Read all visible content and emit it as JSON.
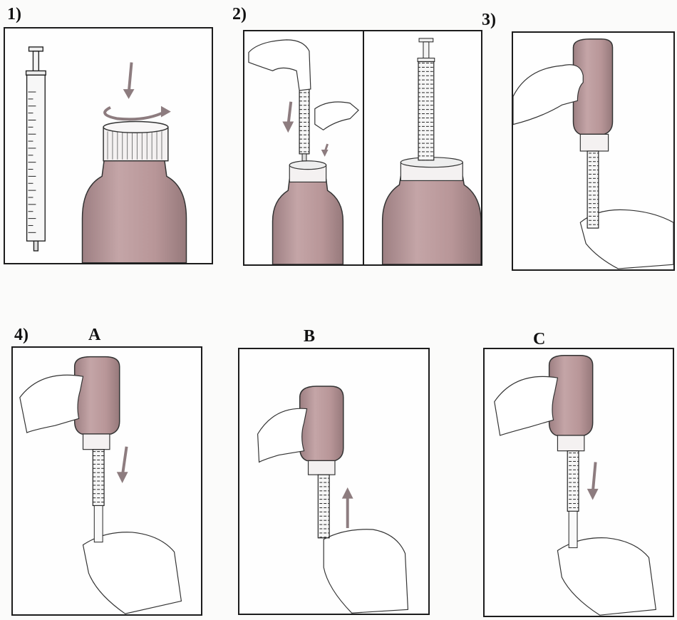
{
  "labels": {
    "step1": "1)",
    "step2": "2)",
    "step3": "3)",
    "step4": "4)",
    "sub_a": "A",
    "sub_b": "B",
    "sub_c": "C"
  },
  "colors": {
    "bottle": "#bb9a9c",
    "bottle_dark": "#a78688",
    "arrow": "#8d7c7f",
    "line": "#2a2a2a",
    "hand": "#ffffff"
  }
}
